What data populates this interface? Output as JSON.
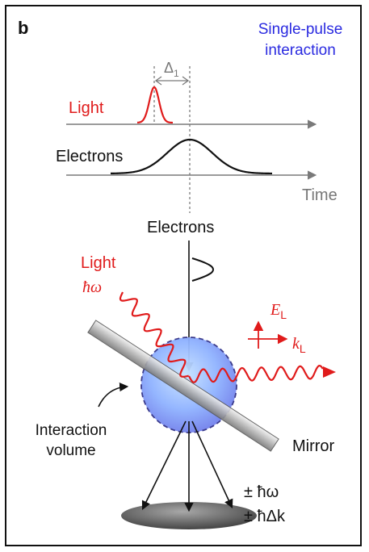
{
  "panel_label": "b",
  "title": {
    "line1": "Single-pulse",
    "line2": "interaction",
    "color": "#2a2ae0"
  },
  "timing": {
    "delay_label": "Δ",
    "delay_subscript": "1",
    "light_label": "Light",
    "electrons_label": "Electrons",
    "axis_label": "Time"
  },
  "setup": {
    "electrons_label": "Electrons",
    "light_label": "Light",
    "photon_energy_symbol": "ħω",
    "field_symbol": "E",
    "field_subscript": "L",
    "wavevector_symbol": "k",
    "wavevector_subscript": "L",
    "interaction_volume_line1": "Interaction",
    "interaction_volume_line2": "volume",
    "mirror_label": "Mirror",
    "energy_gain_label": "± ħω",
    "momentum_gain_label": "± ħΔk"
  },
  "colors": {
    "light": "#e01b1b",
    "axis": "#7a7a7a",
    "electrons": "#111111",
    "volume_fill": "#8aa6ff"
  }
}
